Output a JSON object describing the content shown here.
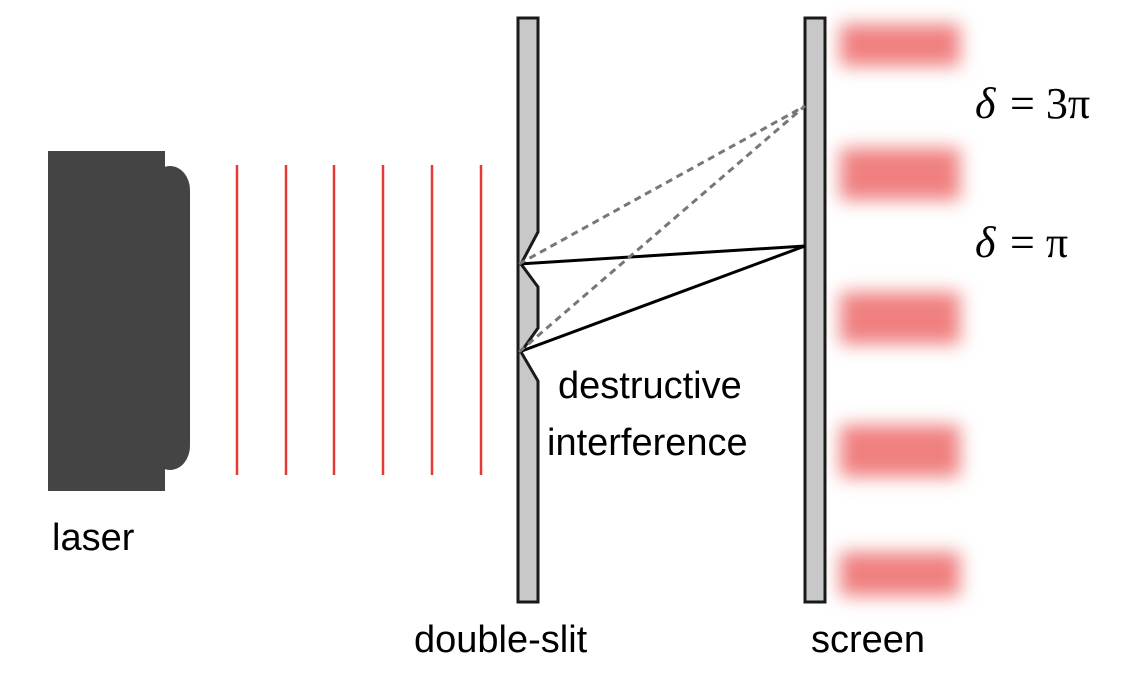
{
  "labels": {
    "laser": "laser",
    "double_slit": "double-slit",
    "screen": "screen",
    "destructive_line1": "destructive",
    "destructive_line2": "interference",
    "delta_3pi_symbol": "δ",
    "delta_3pi_value": "= 3π",
    "delta_pi_symbol": "δ",
    "delta_pi_value": "= π"
  },
  "colors": {
    "laser_body": "#444444",
    "wavefront": "#e53935",
    "barrier_fill": "#c8c8c8",
    "barrier_stroke": "#1a1a1a",
    "fringe": "#f08080",
    "ray_solid": "#000000",
    "ray_dashed": "#777777"
  },
  "icons": {
    "laser": "laser-icon",
    "double_slit": "double-slit-barrier",
    "screen": "screen-barrier"
  }
}
